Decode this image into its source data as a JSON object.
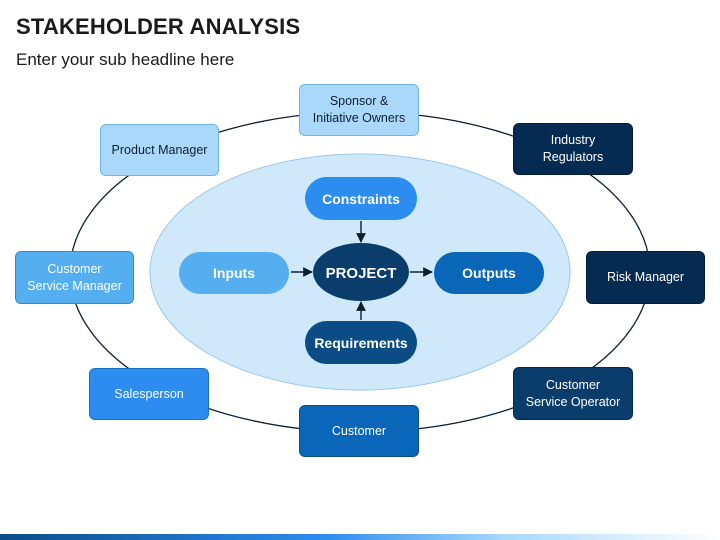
{
  "header": {
    "title": "STAKEHOLDER ANALYSIS",
    "subtitle": "Enter your sub headline here"
  },
  "stakeholders": {
    "sponsor": "Sponsor &\nInitiative Owners",
    "product_manager": "Product Manager",
    "industry_regulators": "Industry\nRegulators",
    "customer_service_manager": "Customer\nService Manager",
    "risk_manager": "Risk Manager",
    "salesperson": "Salesperson",
    "customer_service_operator": "Customer\nService Operator",
    "customer": "Customer"
  },
  "core": {
    "constraints": "Constraints",
    "inputs": "Inputs",
    "project": "PROJECT",
    "outputs": "Outputs",
    "requirements": "Requirements"
  },
  "colors": {
    "outer_ellipse_stroke": "#0b1f33",
    "inner_ellipse_fill": "#cfe9fb",
    "arrow": "#0b1f33",
    "pill_blue": "#2c8cf0",
    "pill_dark": "#0b4c85",
    "project_fill": "#0b3d6c"
  }
}
